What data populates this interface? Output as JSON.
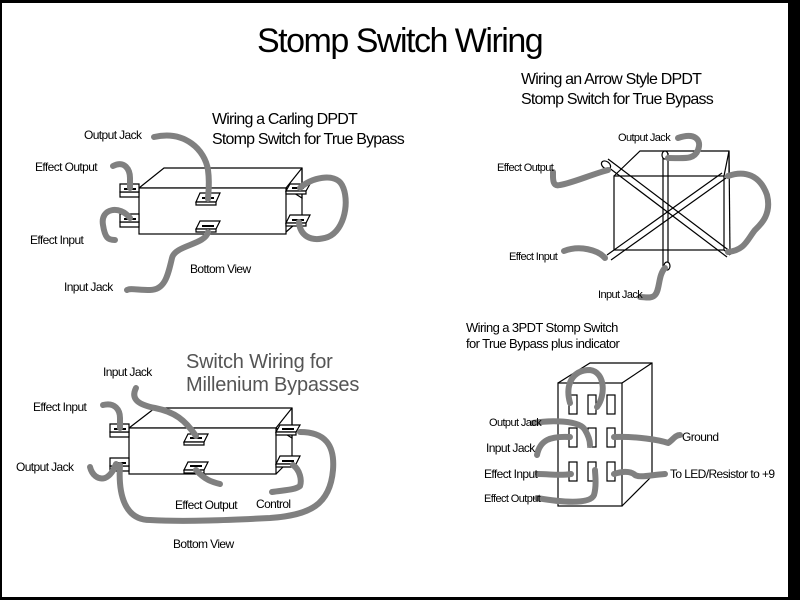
{
  "title": "Stomp Switch Wiring",
  "colors": {
    "wire": "#808080",
    "frame": "#000000",
    "background": "#ffffff",
    "millenium_title": "#555555"
  },
  "carling": {
    "heading_line1": "Wiring a Carling DPDT",
    "heading_line2": "Stomp Switch for True Bypass",
    "labels": {
      "output_jack": "Output Jack",
      "effect_output": "Effect Output",
      "effect_input": "Effect Input",
      "input_jack": "Input Jack",
      "view": "Bottom View"
    }
  },
  "arrow": {
    "heading_line1": "Wiring an Arrow Style  DPDT",
    "heading_line2": "Stomp Switch for True Bypass",
    "labels": {
      "output_jack": "Output Jack",
      "effect_output": "Effect Output",
      "effect_input": "Effect Input",
      "input_jack": "Input Jack"
    }
  },
  "millenium": {
    "heading_line1": "Switch Wiring for",
    "heading_line2": "Millenium Bypasses",
    "labels": {
      "input_jack": "Input Jack",
      "effect_input": "Effect Input",
      "output_jack": "Output Jack",
      "effect_output": "Effect Output",
      "control": "Control",
      "view": "Bottom View"
    }
  },
  "threepdt": {
    "heading_line1": "Wiring a 3PDT Stomp Switch",
    "heading_line2": "for True Bypass plus indicator",
    "labels": {
      "output_jack": "Output Jack",
      "input_jack": "Input Jack",
      "effect_input": "Effect Input",
      "effect_output": "Effect Output",
      "ground": "Ground",
      "led": "To LED/Resistor to +9"
    }
  }
}
